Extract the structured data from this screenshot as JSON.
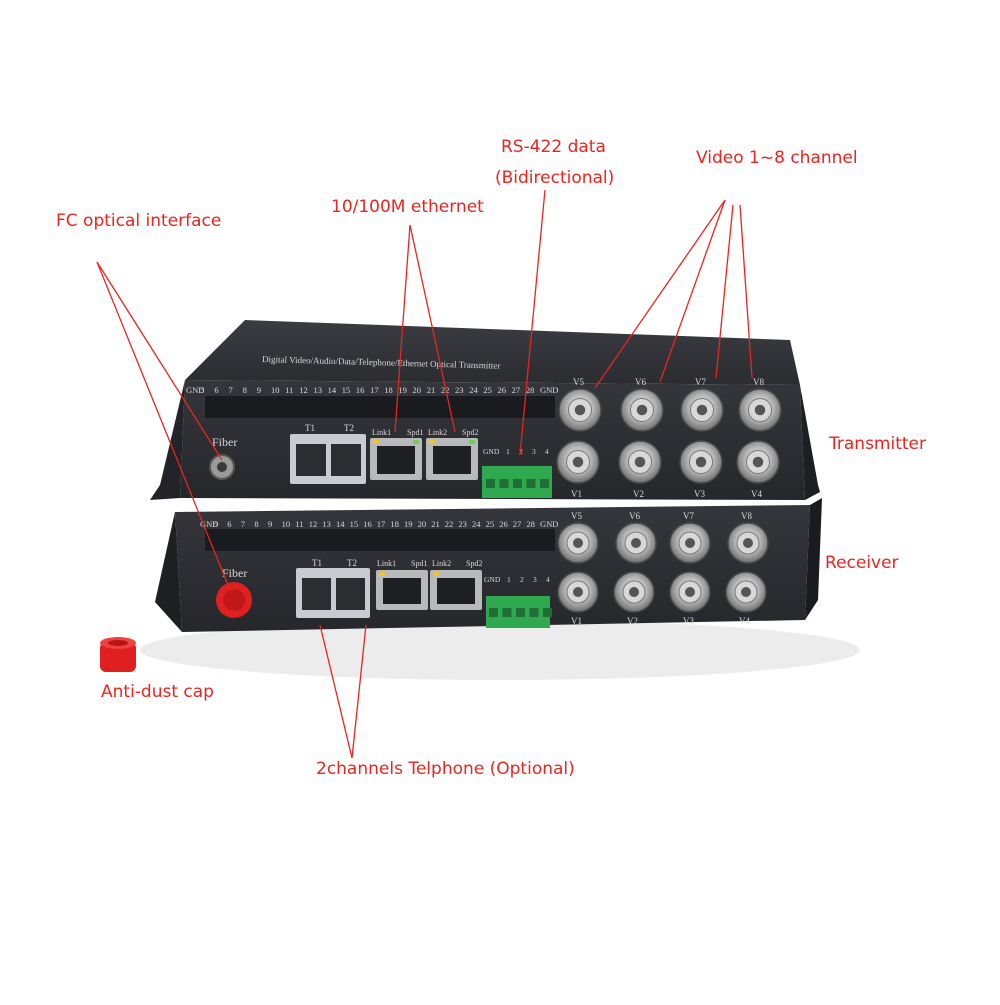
{
  "callouts": {
    "rs422_line1": "RS-422 data",
    "rs422_line2": "(Bidirectional)",
    "video": "Video 1~8 channel",
    "fc": "FC optical interface",
    "ethernet": "10/100M ethernet",
    "transmitter": "Transmitter",
    "receiver": "Receiver",
    "dustcap": "Anti-dust cap",
    "telephone": "2channels Telphone (Optional)"
  },
  "device": {
    "top_lid_text": "Digital Video/Audio/Data/Telephone/Ethernet  Optical Transmitter",
    "terminal_numbers": [
      "GND",
      "5",
      "6",
      "7",
      "8",
      "9",
      "10",
      "11",
      "12",
      "13",
      "14",
      "15",
      "16",
      "17",
      "18",
      "19",
      "20",
      "21",
      "22",
      "23",
      "24",
      "25",
      "26",
      "27",
      "28",
      "GND"
    ],
    "fiber_label": "Fiber",
    "phone_labels": [
      "T1",
      "T2"
    ],
    "eth_labels": [
      "Link1",
      "Spd1",
      "Link2",
      "Spd2"
    ],
    "data_terminal_labels": [
      "GND",
      "1",
      "2",
      "3",
      "4"
    ],
    "video_top_labels": [
      "V5",
      "V6",
      "V7",
      "V8"
    ],
    "video_bottom_labels": [
      "V1",
      "V2",
      "V3",
      "V4"
    ]
  },
  "colors": {
    "callout_red": "#e8261f",
    "chassis": "#2b2d31",
    "terminal_green": "#2fa84f",
    "fc_cap_red": "#e02020"
  }
}
